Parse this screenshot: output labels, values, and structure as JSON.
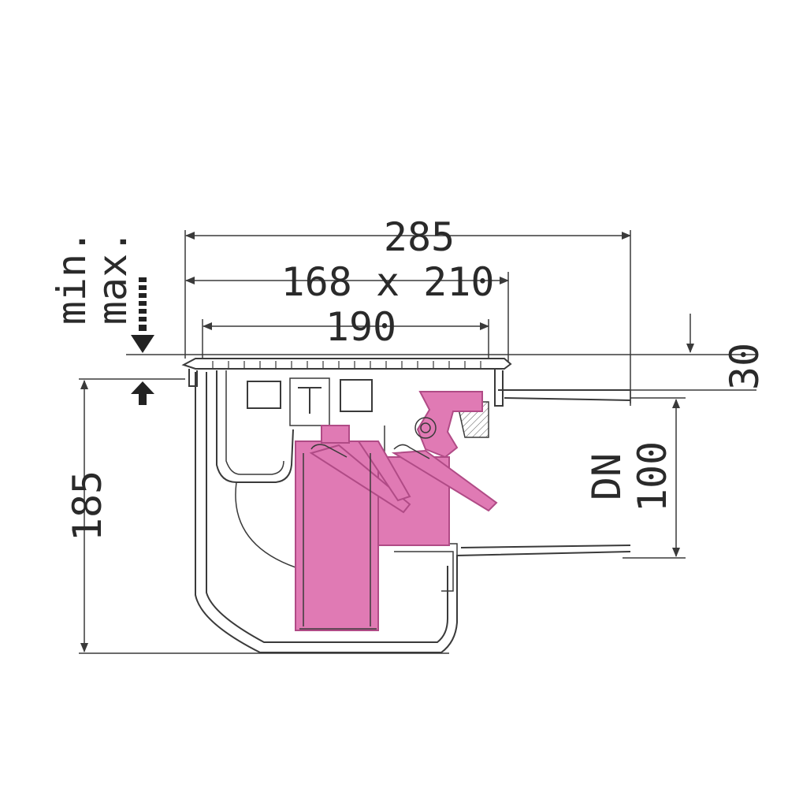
{
  "dimensions": {
    "overall_width": "285",
    "grate_size": "168 x 210",
    "grate_frame": "190",
    "height": "185",
    "offset_30": "30",
    "pipe_dn": "DN",
    "pipe_size": "100",
    "label_min": "min.",
    "label_max": "max."
  },
  "colors": {
    "line": "#3a3a3a",
    "trap_fill": "#e07ab4",
    "trap_stroke": "#b04b86",
    "background": "#ffffff"
  }
}
